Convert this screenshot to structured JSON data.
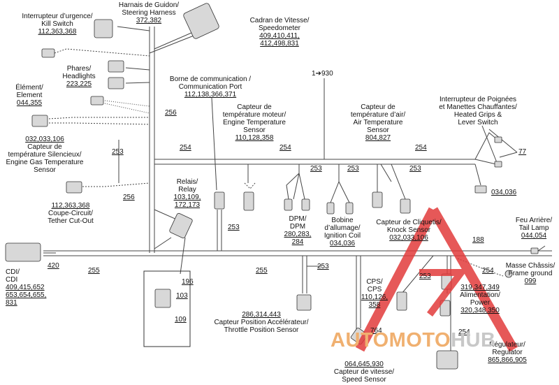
{
  "figure_id": "43M0823",
  "watermark": {
    "part1": "AUTOMOTO",
    "part2": "HUB",
    "color1": "#f0b070",
    "color2": "#c8c8c8",
    "triangle_color": "#e23b3b"
  },
  "components": {
    "kill_switch": {
      "l1": "Interrupteur d’urgence/",
      "l2": "Kill Switch",
      "refs": "112,363,368"
    },
    "steering_harness": {
      "l1": "Harnais de Guidon/",
      "l2": "Steering Harness",
      "refs": "372,382"
    },
    "speedometer": {
      "l1": "Cadran de Vitesse/",
      "l2": "Speedometer",
      "refs1": "409,410,411,",
      "refs2": "412,498,831"
    },
    "headlights": {
      "l1": "Phares/",
      "l2": "Headlights",
      "refs": "223,225"
    },
    "element": {
      "l1": "Élément/",
      "l2": "Element",
      "refs": "044,355"
    },
    "comm_port": {
      "l1": "Borne de communication /",
      "l2": "Communication Port",
      "refs": "112,138,366,371"
    },
    "engine_temp": {
      "l1": "Capteur de",
      "l2": "température moteur/",
      "l3": "Engine Temperature",
      "l4": "Sensor",
      "refs": "110,128,358"
    },
    "air_temp": {
      "l1": "Capteur de",
      "l2": "température d’air/",
      "l3": "Air Temperature",
      "l4": "Sensor",
      "refs": "804,827"
    },
    "heated_grips": {
      "l1": "Interrupteur de Poignées",
      "l2": "et Manettes Chauffantes/",
      "l3": "Heated Grips &",
      "l4": "Lever Switch"
    },
    "egt_sensor": {
      "refs": "032,033,106",
      "l1": "Capteur de",
      "l2": "température Silencieux/",
      "l3": "Engine Gas Temperature",
      "l4": "Sensor"
    },
    "relay": {
      "l1": "Relais/",
      "l2": "Relay",
      "refs1": "103,109,",
      "refs2": "172,173"
    },
    "tether": {
      "refs": "112,363,368",
      "l1": "Coupe-Circuit/",
      "l2": "Tether Cut-Out"
    },
    "dpm": {
      "l1": "DPM/",
      "l2": "DPM",
      "refs1": "280,283,",
      "refs2": "284"
    },
    "ignition_coil": {
      "l1": "Bobine",
      "l2": "d’allumage/",
      "l3": "Ignition Coil",
      "refs": "034,036"
    },
    "knock_sensor": {
      "l1": "Capteur de Cliquetis/",
      "l2": "Knock Sensor",
      "refs": "032,033,106"
    },
    "tail_lamp": {
      "l1": "Feu Arrière/",
      "l2": "Tail Lamp",
      "refs": "044,054"
    },
    "cdi": {
      "l1": "CDI/",
      "l2": "CDI",
      "refs1": "409,415,652",
      "refs2": "653,654,655,",
      "refs3": "831"
    },
    "frame_ground": {
      "l1": "Masse Châssis/",
      "l2": "Frame ground",
      "refs": "099"
    },
    "cps": {
      "l1": "CPS/",
      "l2": "CPS",
      "refs1": "110,126,",
      "refs2": "358"
    },
    "power": {
      "refs1": "319,347,349",
      "l1": "Alimentation/",
      "l2": "Power",
      "refs2": "320,348,350"
    },
    "throttle_sensor": {
      "refs": "286,314,443",
      "l1": "Capteur Position Accélérateur/",
      "l2": "Throttle Position Sensor"
    },
    "speed_sensor": {
      "refs": "064,645,930",
      "l1": "Capteur de vitesse/",
      "l2": "Speed Sensor"
    },
    "regulator": {
      "l1": "Régulateur/",
      "l2": "Regulator",
      "refs": "865,866,905"
    }
  },
  "wire_refs": {
    "r256a": "256",
    "r253a": "253",
    "r256b": "256",
    "r254a": "254",
    "r254b": "254",
    "r254c": "254",
    "r253b": "253",
    "r253c": "253",
    "r253d": "253",
    "r77": "77",
    "r034036": "034,036",
    "r1930": "1➔930",
    "r253e": "253",
    "r420": "420",
    "r255a": "255",
    "r255b": "255",
    "r253f": "253",
    "r188": "188",
    "r253g": "253",
    "r254d": "254",
    "r254e": "254",
    "r764": "764"
  },
  "detail": {
    "r196": "196",
    "r103": "103",
    "r109": "109"
  }
}
